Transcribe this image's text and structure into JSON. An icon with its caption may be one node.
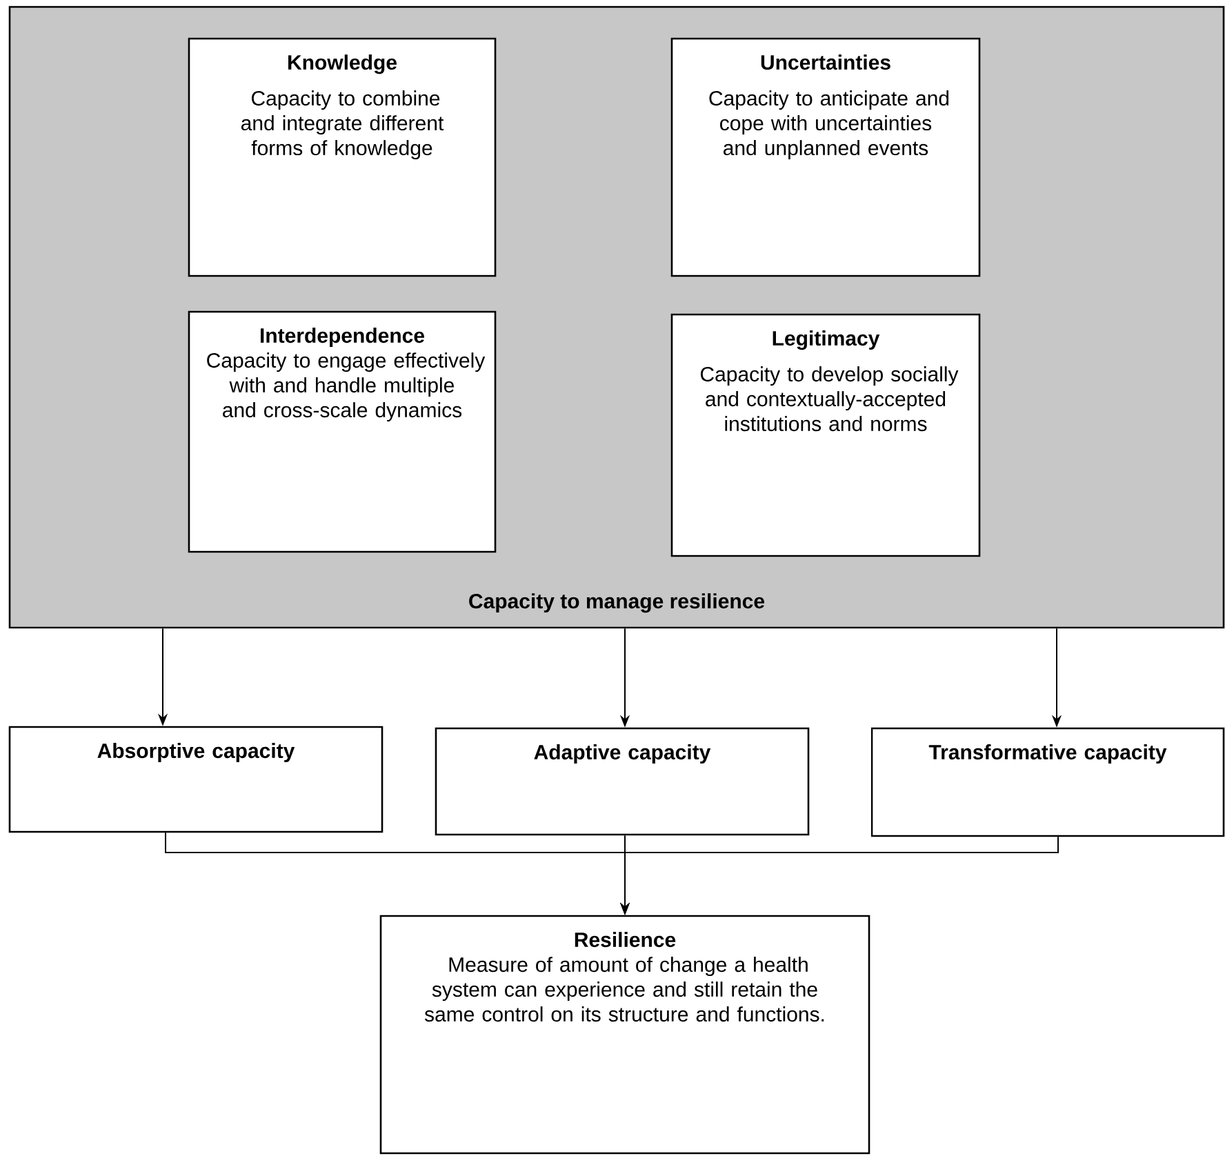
{
  "diagram": {
    "nodes": [
      {
        "text": [
          "Capacity to manage resilience"
        ]
      },
      {
        "text": [
          "Knowledge",
          "Capacity to combine and integrate different forms of knowledge"
        ],
        "in": 0
      },
      {
        "text": [
          "Uncertainties",
          "Capacity to anticipate and cope with uncertainties and unplanned events"
        ],
        "in": 0
      },
      {
        "text": [
          "Interdependence",
          "Capacity to engage effectively with and handle multiple and cross-scale dynamics"
        ],
        "in": 0
      },
      {
        "text": [
          "Legitimacy",
          "Capacity to develop socially and contextually-accepted institutions and norms"
        ],
        "in": 0
      },
      {
        "text": [
          "Absorptive capacity"
        ]
      },
      {
        "text": [
          "Adaptive capacity"
        ]
      },
      {
        "text": [
          "Transformative capacity"
        ]
      },
      {
        "text": [
          "Resilience",
          "Measure of amount of change a health system can experience and still retain the same control on its structure and functions."
        ]
      }
    ],
    "edges": [
      {
        "from": 0,
        "to": 5,
        "arrow": "to"
      },
      {
        "from": 0,
        "to": 6,
        "arrow": "to"
      },
      {
        "from": 0,
        "to": 7,
        "arrow": "to"
      },
      {
        "from": 5,
        "to": 8,
        "arrow": "to"
      },
      {
        "from": 6,
        "to": 8,
        "arrow": "to"
      },
      {
        "from": 7,
        "to": 8,
        "arrow": "to"
      }
    ]
  }
}
